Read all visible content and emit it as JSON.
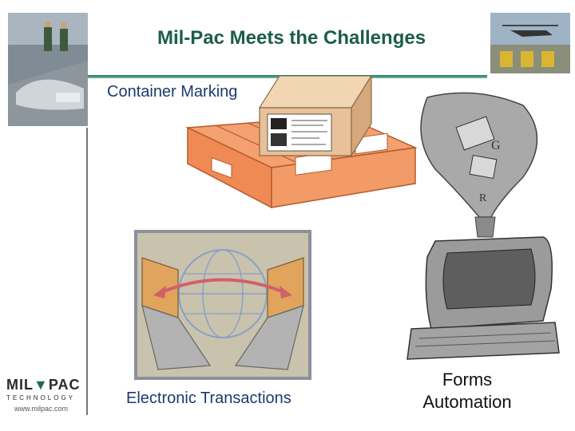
{
  "slide": {
    "title": "Mil-Pac Meets the Challenges",
    "container_label": "Container Marking",
    "transactions_label": "Electronic Transactions",
    "forms_label_line1": "Forms",
    "forms_label_line2": "Automation"
  },
  "logo": {
    "brand_left": "MIL",
    "brand_right": "PAC",
    "tagline": "TECHNOLOGY",
    "url": "www.milpac.com"
  },
  "colors": {
    "title": "#1b5e45",
    "accent": "#1b6b4f",
    "pallet": "#f4a070",
    "box": "#e8c19a",
    "label_text": "#1a3b6e"
  }
}
